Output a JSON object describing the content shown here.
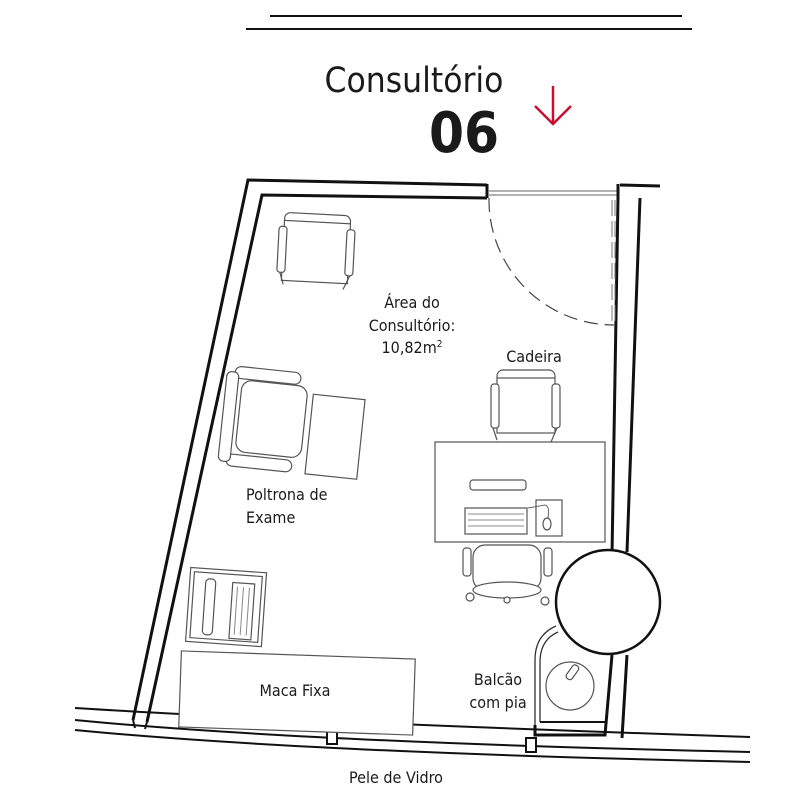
{
  "header": {
    "title": "Consultório",
    "number": "06"
  },
  "colors": {
    "accent": "#c8102e",
    "line": "#111111"
  },
  "labels": {
    "area_line1": "Área do",
    "area_line2": "Consultório:",
    "area_value": "10,82m",
    "area_unit_sup": "2",
    "cadeira": "Cadeira",
    "poltrona_line1": "Poltrona de",
    "poltrona_line2": "Exame",
    "maca": "Maca Fixa",
    "balcao_line1": "Balcão",
    "balcao_line2": "com pia",
    "pele": "Pele de Vidro"
  },
  "icons": {
    "entrance": "arrow-down-icon"
  }
}
